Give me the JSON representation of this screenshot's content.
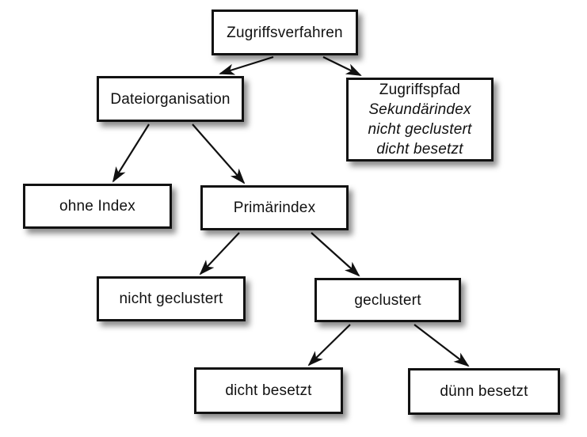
{
  "diagram": {
    "nodes": [
      {
        "id": "zugriffsverfahren",
        "label": "Zugriffsverfahren"
      },
      {
        "id": "dateiorganisation",
        "label": "Dateiorganisation"
      },
      {
        "id": "zugriffspfad",
        "lines": [
          "Zugriffspfad",
          "Sekundärindex",
          "nicht geclustert",
          "dicht besetzt"
        ]
      },
      {
        "id": "ohne-index",
        "label": "ohne Index"
      },
      {
        "id": "primaerindex",
        "label": "Primärindex"
      },
      {
        "id": "nicht-geclustert",
        "label": "nicht geclustert"
      },
      {
        "id": "geclustert",
        "label": "geclustert"
      },
      {
        "id": "dicht-besetzt",
        "label": "dicht besetzt"
      },
      {
        "id": "duenn-besetzt",
        "label": "dünn besetzt"
      }
    ],
    "edges": [
      {
        "from": "zugriffsverfahren",
        "to": "dateiorganisation"
      },
      {
        "from": "zugriffsverfahren",
        "to": "zugriffspfad"
      },
      {
        "from": "dateiorganisation",
        "to": "ohne-index"
      },
      {
        "from": "dateiorganisation",
        "to": "primaerindex"
      },
      {
        "from": "primaerindex",
        "to": "nicht-geclustert"
      },
      {
        "from": "primaerindex",
        "to": "geclustert"
      },
      {
        "from": "geclustert",
        "to": "dicht-besetzt"
      },
      {
        "from": "geclustert",
        "to": "duenn-besetzt"
      }
    ],
    "colors": {
      "background": "#ffffff",
      "box_fill": "#ffffff",
      "box_border": "#121212",
      "text": "#111111",
      "arrow": "#111111"
    }
  }
}
